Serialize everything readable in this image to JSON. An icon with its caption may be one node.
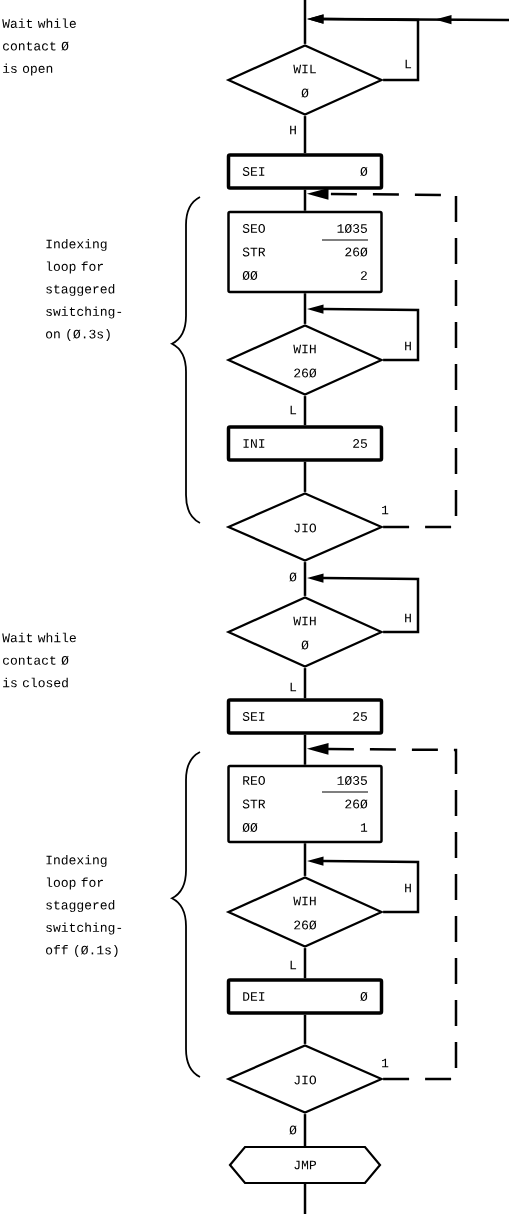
{
  "diagram": {
    "nodes": [
      {
        "text": [
          "WIL",
          "Ø"
        ]
      },
      {
        "text": [
          "SEI",
          "Ø"
        ]
      },
      {
        "text": [
          "SEO",
          "1Ø35",
          "STR",
          "26Ø",
          "ØØ",
          "2"
        ]
      },
      {
        "text": [
          "WIH",
          "26Ø"
        ]
      },
      {
        "text": [
          "INI",
          "25"
        ]
      },
      {
        "text": [
          "JIO"
        ]
      },
      {
        "text": [
          "WIH",
          "Ø"
        ]
      },
      {
        "text": [
          "SEI",
          "25"
        ]
      },
      {
        "text": [
          "REO",
          "1Ø35",
          "STR",
          "26Ø",
          "ØØ",
          "1"
        ]
      },
      {
        "text": [
          "WIH",
          "26Ø"
        ]
      },
      {
        "text": [
          "DEI",
          "Ø"
        ]
      },
      {
        "text": [
          "JIO"
        ]
      },
      {
        "text": [
          "JMP"
        ]
      }
    ],
    "edges": [
      {
        "from": null,
        "to": 0,
        "arrow": "none"
      },
      {
        "from": null,
        "to": 0,
        "arrow": "to"
      },
      {
        "from": 0,
        "to": 0,
        "arrow": "to",
        "label": "L"
      },
      {
        "from": 0,
        "to": 1,
        "arrow": "none",
        "label": "H"
      },
      {
        "from": 1,
        "to": 2,
        "arrow": "none"
      },
      {
        "from": 2,
        "to": 3,
        "arrow": "none"
      },
      {
        "from": 3,
        "to": 3,
        "arrow": "to",
        "label": "H"
      },
      {
        "from": 3,
        "to": 4,
        "arrow": "none",
        "label": "L"
      },
      {
        "from": 4,
        "to": 5,
        "arrow": "none"
      },
      {
        "from": 5,
        "to": 2,
        "arrow": "to",
        "label": "1",
        "style": "dashed"
      },
      {
        "from": 5,
        "to": 6,
        "arrow": "none",
        "label": "Ø"
      },
      {
        "from": 6,
        "to": 6,
        "arrow": "to",
        "label": "H"
      },
      {
        "from": 6,
        "to": 7,
        "arrow": "none",
        "label": "L"
      },
      {
        "from": 7,
        "to": 8,
        "arrow": "none"
      },
      {
        "from": 8,
        "to": 9,
        "arrow": "none"
      },
      {
        "from": 9,
        "to": 9,
        "arrow": "to",
        "label": "H"
      },
      {
        "from": 9,
        "to": 10,
        "arrow": "none",
        "label": "L"
      },
      {
        "from": 10,
        "to": 11,
        "arrow": "none"
      },
      {
        "from": 11,
        "to": 8,
        "arrow": "to",
        "label": "1",
        "style": "dashed"
      },
      {
        "from": 11,
        "to": 12,
        "arrow": "none",
        "label": "Ø"
      },
      {
        "from": 12,
        "to": null,
        "arrow": "none"
      }
    ],
    "labels": [
      "Wait while contact Ø is open",
      "Indexing loop for staggered switching-on (Ø.3s)",
      "Wait while contact Ø is closed",
      "Indexing loop for staggered switching-off (Ø.1s)"
    ]
  }
}
